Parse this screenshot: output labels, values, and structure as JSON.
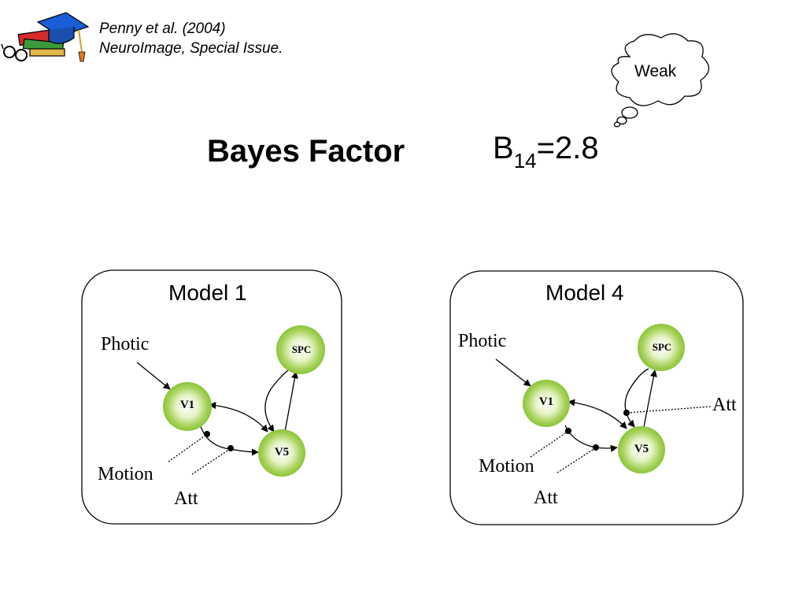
{
  "citation": {
    "line1": "Penny et al. (2004)",
    "line2": "NeuroImage, Special Issue."
  },
  "title": "Bayes Factor",
  "bayes_factor": {
    "symbol": "B",
    "subscript": "14",
    "value": "=2.8"
  },
  "thought_bubble": "Weak",
  "models": [
    {
      "title": "Model 1",
      "nodes": {
        "v1": "V1",
        "v5": "V5",
        "spc": "SPC"
      },
      "inputs": {
        "photic": "Photic",
        "motion": "Motion",
        "att": "Att"
      }
    },
    {
      "title": "Model 4",
      "nodes": {
        "v1": "V1",
        "v5": "V5",
        "spc": "SPC"
      },
      "inputs": {
        "photic": "Photic",
        "motion": "Motion",
        "att": "Att",
        "att_spc": "Att"
      }
    }
  ],
  "colors": {
    "node_fill": "#8dc63f",
    "node_edge": "#6aa82a"
  }
}
